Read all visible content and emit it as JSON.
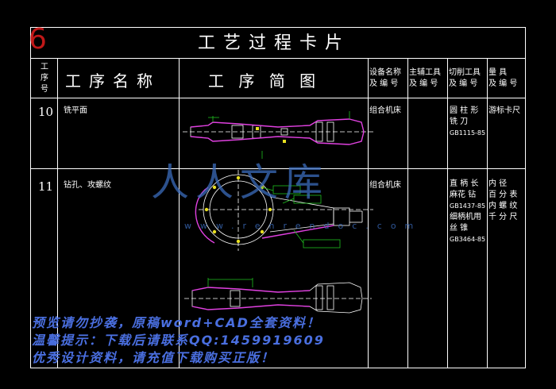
{
  "page_number": "6",
  "title": "工艺过程卡片",
  "header": {
    "step_no": [
      "工",
      "序",
      "号"
    ],
    "step_name": "工序名称",
    "step_sketch": "工 序 简 图",
    "equipment": [
      "设备名称",
      "及 编 号"
    ],
    "aux_tool": [
      "主辅工具",
      "及 编 号"
    ],
    "cut_tool": [
      "切削工具",
      "及 编 号"
    ],
    "measure": [
      "量 具",
      "及 编 号"
    ]
  },
  "rows": [
    {
      "no": "10",
      "name": "铣平面",
      "equipment": "组合机床",
      "cut_tool": [
        "圆 柱 形",
        "铣  刀"
      ],
      "cut_tool_std": "GB1115-85",
      "measure": "游标卡尺"
    },
    {
      "no": "11",
      "name": "钻孔、攻螺纹",
      "equipment": "组合机床",
      "cut_tool": [
        "直 柄 长",
        "麻花 钻"
      ],
      "cut_tool_std": "GB1437-85",
      "cut_tool2": [
        "细柄机用",
        "丝   锥"
      ],
      "cut_tool2_std": "GB3464-85",
      "measure": [
        "内  径",
        "百 分 表",
        "内 螺 纹",
        "千 分 尺"
      ]
    }
  ],
  "watermark": {
    "main": "人人文库",
    "url": "www.renrendoc.com"
  },
  "promo": [
    "预览请勿抄袭，原稿word+CAD全套资料！",
    "温馨提示：下载后请联系QQ:1459919609",
    "优秀设计资料，请充值下载购买正版！"
  ],
  "colors": {
    "page_number": "#c01818",
    "watermark": "#3b6cbd",
    "promo": "#4a6fe0",
    "part_outline": "#e040e0",
    "dimension": "#20c020",
    "highlight_yellow": "#e8e020"
  }
}
